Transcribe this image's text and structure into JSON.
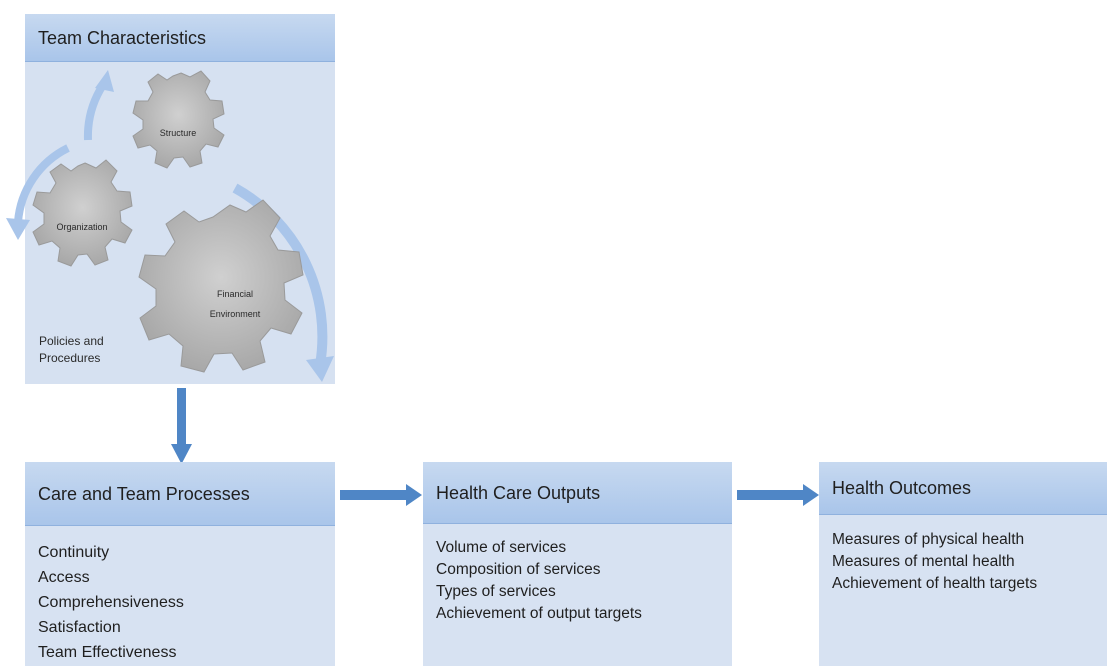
{
  "team": {
    "title": "Team Characteristics",
    "gears": {
      "structure": "Structure",
      "organization": "Organization",
      "financial_line1": "Financial",
      "financial_line2": "Environment"
    },
    "policies_line1": "Policies and",
    "policies_line2": "Procedures"
  },
  "processes": {
    "title": "Care and Team Processes",
    "items": [
      "Continuity",
      "Access",
      "Comprehensiveness",
      "Satisfaction",
      "Team Effectiveness"
    ]
  },
  "outputs": {
    "title": "Health Care Outputs",
    "items": [
      "Volume of services",
      "Composition of services",
      "Types of services",
      "Achievement of output targets"
    ]
  },
  "outcomes": {
    "title": "Health Outcomes",
    "items": [
      "Measures of physical health",
      "Measures of mental health",
      "Achievement of health targets"
    ]
  },
  "colors": {
    "header": "#a9c5ea",
    "panel": "#d7e2f2",
    "arrow": "#4f86c6",
    "gear": "#b3b3b3",
    "cycle_arrow": "#a9c5ea"
  }
}
